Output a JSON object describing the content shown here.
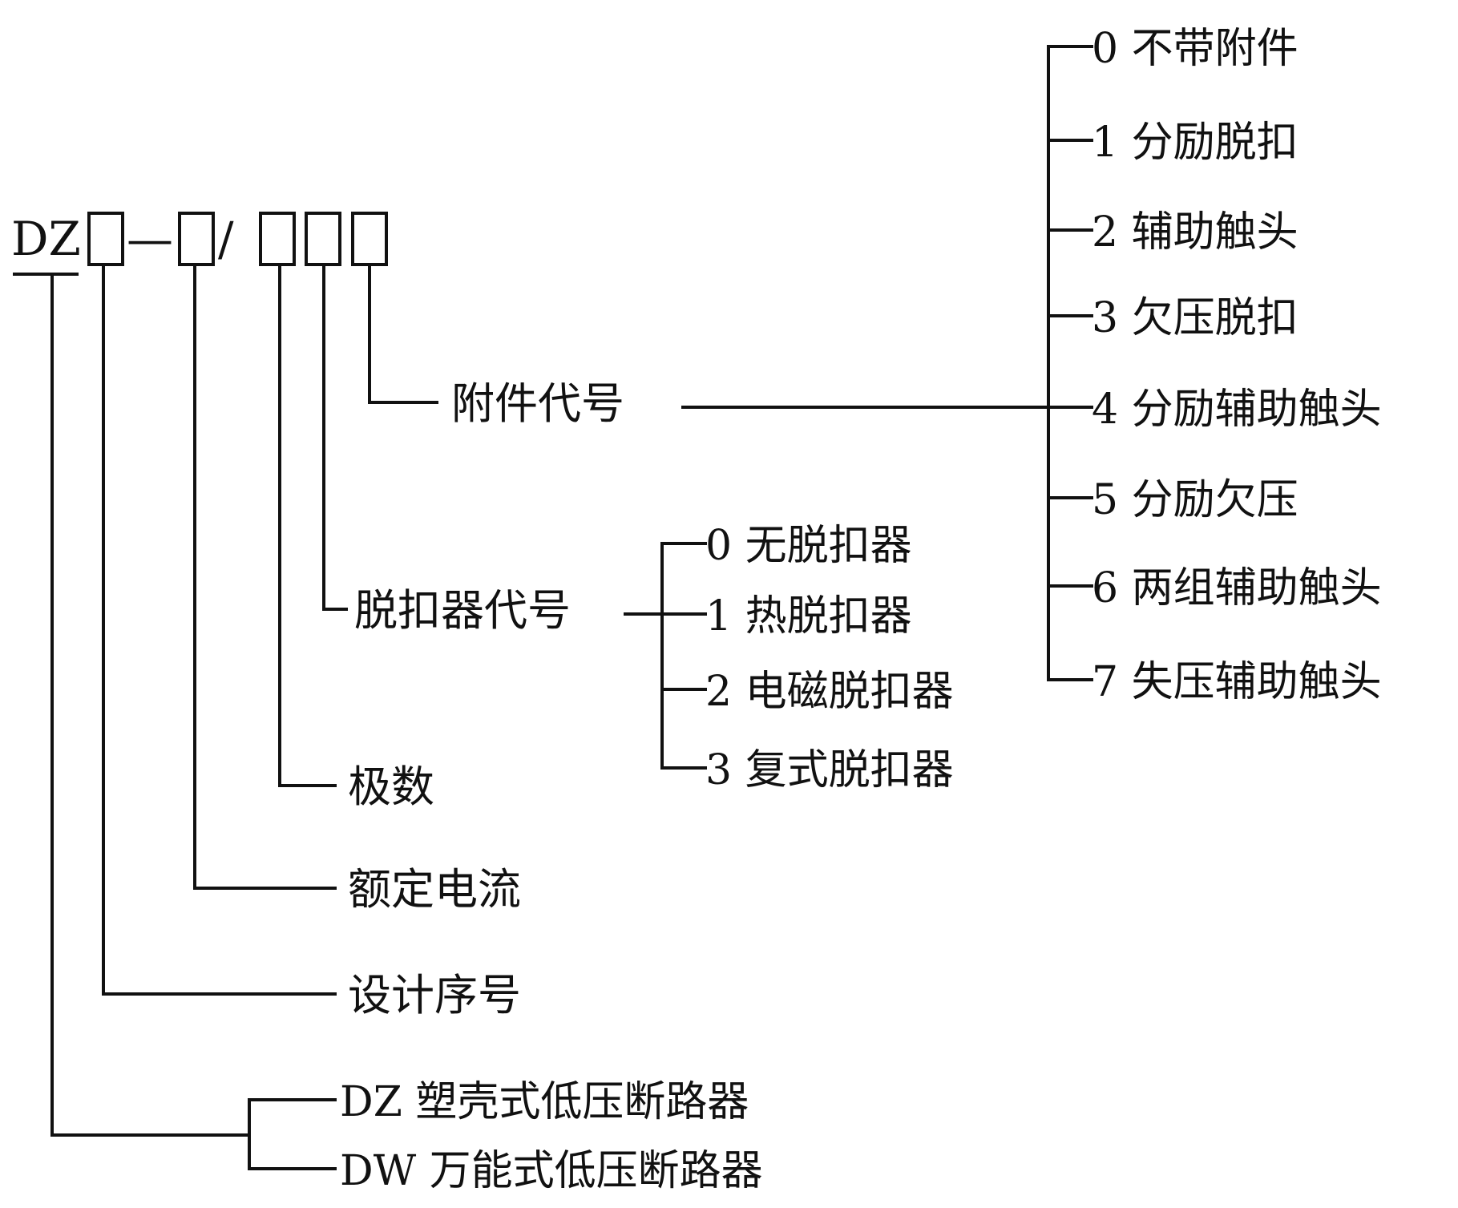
{
  "model_code": {
    "prefix": "DZ",
    "dash": "—",
    "slash": "/"
  },
  "fields": {
    "accessory_code": "附件代号",
    "release_code": "脱扣器代号",
    "poles": "极数",
    "rated_current": "额定电流",
    "design_number": "设计序号"
  },
  "accessory_options": [
    "0 不带附件",
    "1 分励脱扣",
    "2 辅助触头",
    "3 欠压脱扣",
    "4 分励辅助触头",
    "5 分励欠压",
    "6 两组辅助触头",
    "7 失压辅助触头"
  ],
  "release_options": [
    "0 无脱扣器",
    "1 热脱扣器",
    "2 电磁脱扣器",
    "3 复式脱扣器"
  ],
  "breaker_types": [
    "DZ 塑壳式低压断路器",
    "DW 万能式低压断路器"
  ]
}
